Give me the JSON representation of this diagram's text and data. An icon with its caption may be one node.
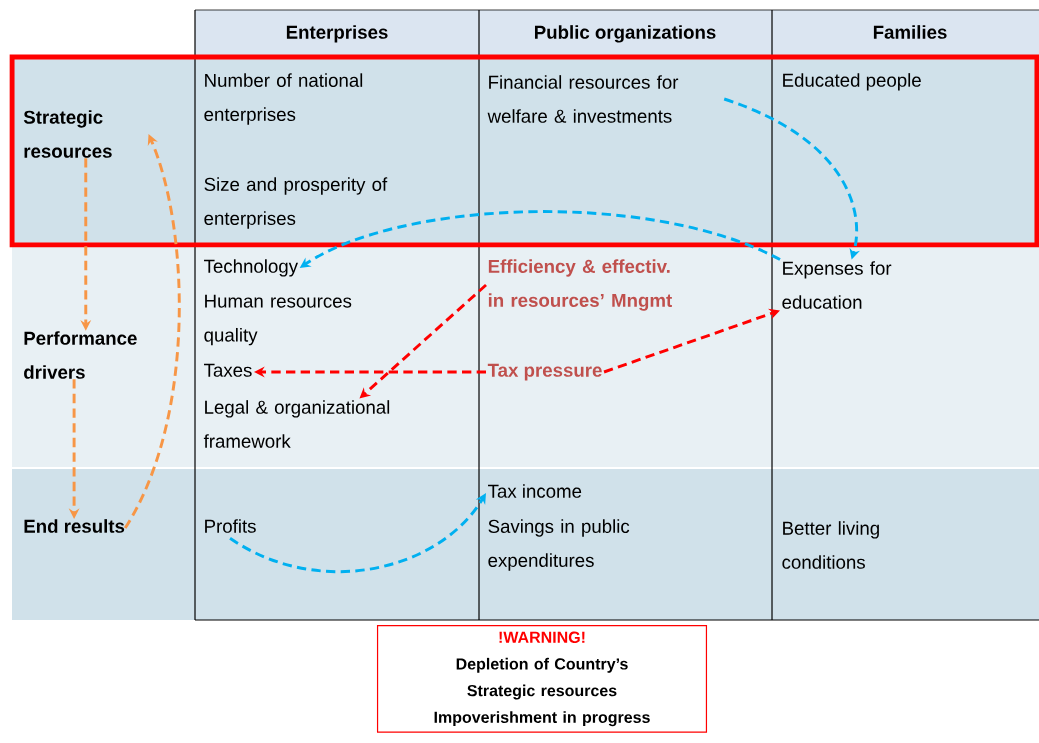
{
  "diagram": {
    "nodes": [
      {
        "text": [
          "Enterprises"
        ]
      },
      {
        "text": [
          "Public organizations"
        ]
      },
      {
        "text": [
          "Families"
        ]
      },
      {
        "text": [
          "Strategic resources"
        ]
      },
      {
        "text": [
          "Performance drivers"
        ]
      },
      {
        "text": [
          "End results"
        ]
      },
      {
        "text": [
          "Number of national enterprises"
        ]
      },
      {
        "text": [
          "Size and prosperity of enterprises"
        ]
      },
      {
        "text": [
          "Financial resources for welfare & investments"
        ]
      },
      {
        "text": [
          "Educated people"
        ]
      },
      {
        "text": [
          "Technology"
        ]
      },
      {
        "text": [
          "Human resources quality"
        ]
      },
      {
        "text": [
          "Taxes"
        ]
      },
      {
        "text": [
          "Legal & organizational framework"
        ]
      },
      {
        "text": [
          "Efficiency & effectiv. in resources’ Mngmt"
        ]
      },
      {
        "text": [
          "Tax pressure"
        ]
      },
      {
        "text": [
          "Expenses for education"
        ]
      },
      {
        "text": [
          "Profits"
        ]
      },
      {
        "text": [
          "Tax income"
        ]
      },
      {
        "text": [
          "Savings in public expenditures"
        ]
      },
      {
        "text": [
          "Better living conditions"
        ]
      },
      {
        "text": [
          "!WARNING!",
          "Depletion of Country’s Strategic resources",
          "Impoverishment in progress"
        ]
      }
    ],
    "edges": [
      {
        "from": 3,
        "to": 4,
        "arrow": "to",
        "style": "dashed",
        "color": "#f79646"
      },
      {
        "from": 4,
        "to": 5,
        "arrow": "to",
        "style": "dashed",
        "color": "#f79646"
      },
      {
        "from": 5,
        "to": 3,
        "arrow": "to",
        "style": "dashed",
        "color": "#f79646"
      },
      {
        "from": 8,
        "to": 16,
        "arrow": "to",
        "style": "dashed",
        "color": "#00b0f0"
      },
      {
        "from": 16,
        "to": 10,
        "arrow": "to",
        "style": "dashed",
        "color": "#00b0f0"
      },
      {
        "from": 17,
        "to": 18,
        "arrow": "to",
        "style": "dashed",
        "color": "#00b0f0"
      },
      {
        "from": 14,
        "to": 13,
        "arrow": "to",
        "style": "dashed",
        "color": "#ff0000"
      },
      {
        "from": 15,
        "to": 12,
        "arrow": "to",
        "style": "dashed",
        "color": "#ff0000"
      },
      {
        "from": 15,
        "to": 16,
        "arrow": "to",
        "style": "dashed",
        "color": "#ff0000"
      }
    ]
  }
}
